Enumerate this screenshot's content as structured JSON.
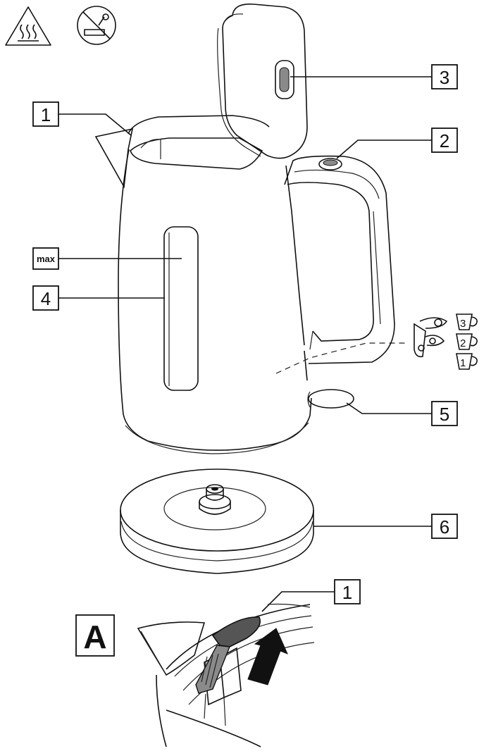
{
  "callouts": {
    "lid_release_top": "1",
    "on_off_switch": "2",
    "lid": "3",
    "water_window": "4",
    "cord_wrap": "5",
    "base": "6",
    "lid_release_detail": "1"
  },
  "level_label": "max",
  "detail_label": "A",
  "cup_levels": [
    "3",
    "2",
    "1"
  ],
  "icons": [
    "hot-surface-warning-icon",
    "no-immersion-icon"
  ],
  "colors": {
    "line": "#111111",
    "fill": "#ffffff",
    "grey": "#8a8a8a",
    "dark_grey": "#555555"
  }
}
